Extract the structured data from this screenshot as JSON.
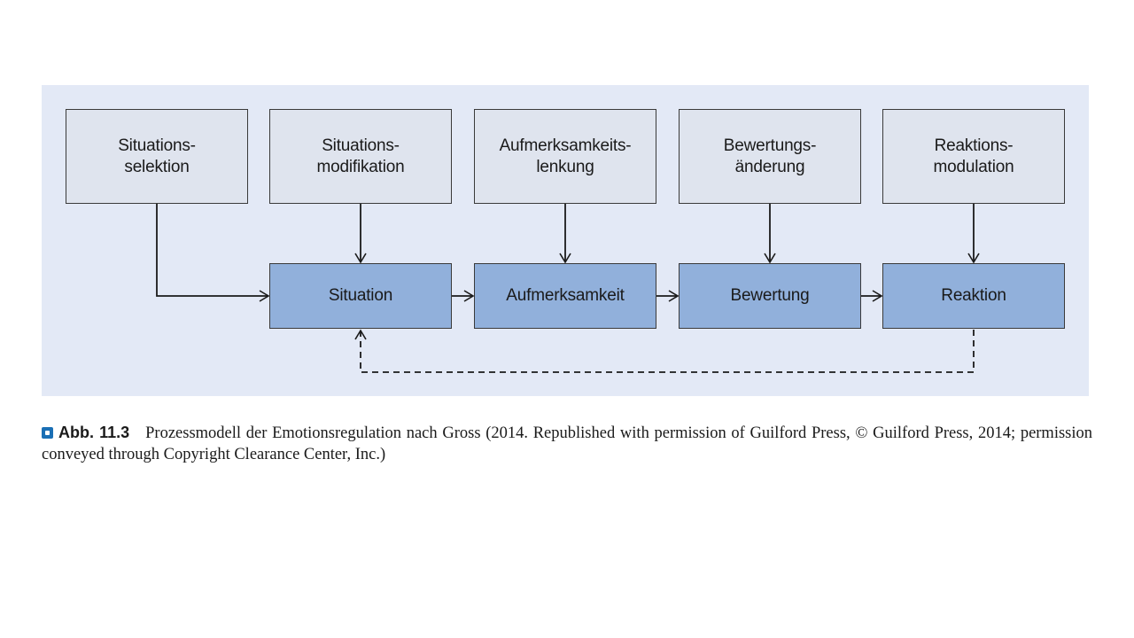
{
  "diagram": {
    "strategies": [
      {
        "line1": "Situations-",
        "line2": "selektion"
      },
      {
        "line1": "Situations-",
        "line2": "modifikation"
      },
      {
        "line1": "Aufmerksamkeits-",
        "line2": "lenkung"
      },
      {
        "line1": "Bewertungs-",
        "line2": "änderung"
      },
      {
        "line1": "Reaktions-",
        "line2": "modulation"
      }
    ],
    "process": [
      {
        "label": "Situation"
      },
      {
        "label": "Aufmerksamkeit"
      },
      {
        "label": "Bewertung"
      },
      {
        "label": "Reaktion"
      }
    ],
    "colors": {
      "panel": "#e3e9f6",
      "strategy_box": "#dfe4ee",
      "process_box": "#91b0db",
      "stroke": "#1a1a1a"
    }
  },
  "caption": {
    "label": "Abb. 11.3",
    "text": "Prozessmodell der Emotionsregulation nach Gross (2014. Republished with permission of Guilford Press, © Guilford Press, 2014; permission conveyed through Copyright Clearance Center, Inc.)"
  }
}
